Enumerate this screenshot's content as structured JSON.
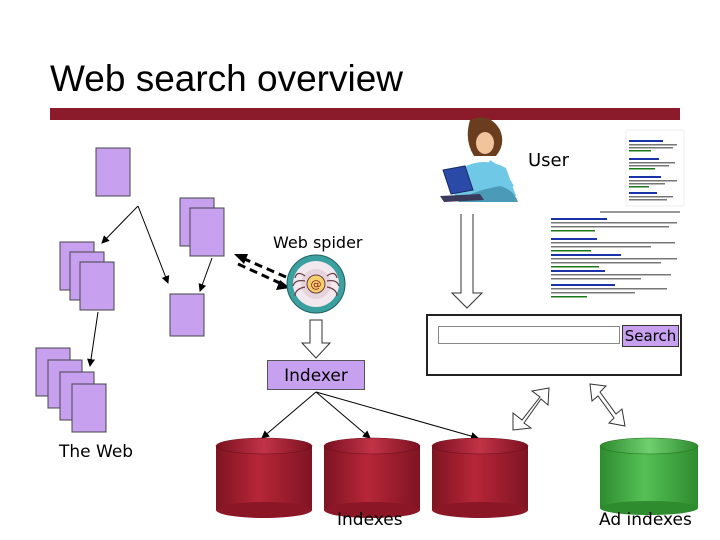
{
  "title": "Web search overview",
  "labels": {
    "user": "User",
    "web_spider": "Web spider",
    "indexer": "Indexer",
    "search_button": "Search",
    "the_web": "The Web",
    "indexes": "Indexes",
    "ad_indexes": "Ad indexes"
  },
  "colors": {
    "title_bar": "#8b1a2b",
    "page_fill": "#c8a0f0",
    "index_cylinder": "#a01b2c",
    "ad_cylinder": "#3fa83f",
    "link_text": "#1a33aa",
    "url_text": "#1a7a1a"
  },
  "icons": {
    "user": "user-at-laptop-icon",
    "spider": "spider-icon"
  }
}
